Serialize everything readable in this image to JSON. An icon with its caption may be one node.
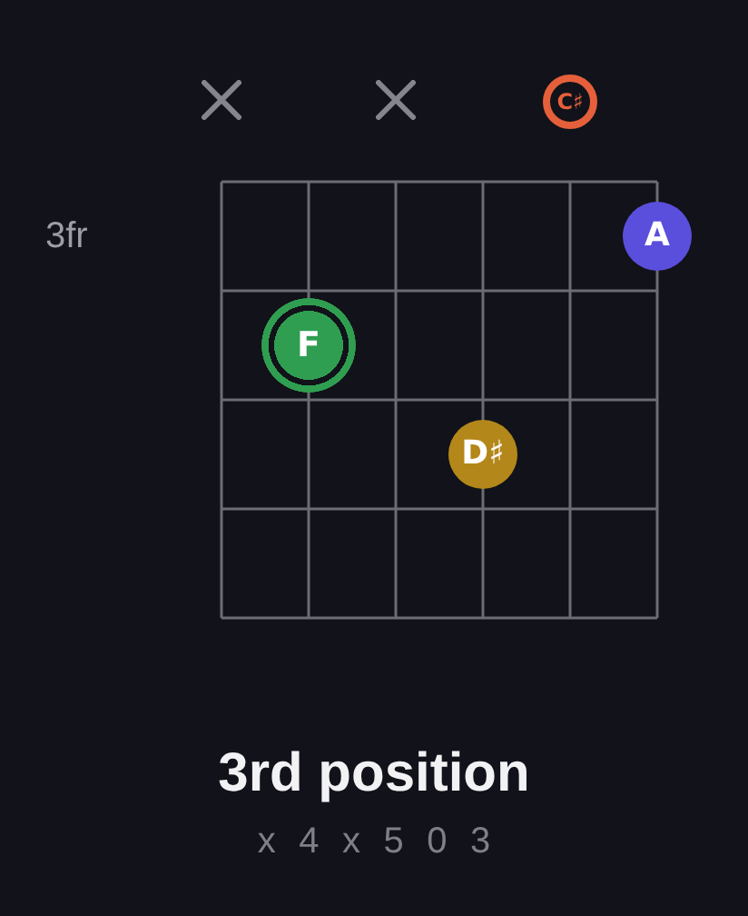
{
  "diagram": {
    "title": "3rd position",
    "caption": "x 4 x 5 0 3",
    "nodes": [
      {
        "text": [
          "C♯"
        ]
      },
      {
        "text": [
          "A"
        ]
      },
      {
        "text": [
          "F"
        ]
      },
      {
        "text": [
          "D♯"
        ]
      }
    ],
    "labels": [
      "3fr"
    ]
  }
}
